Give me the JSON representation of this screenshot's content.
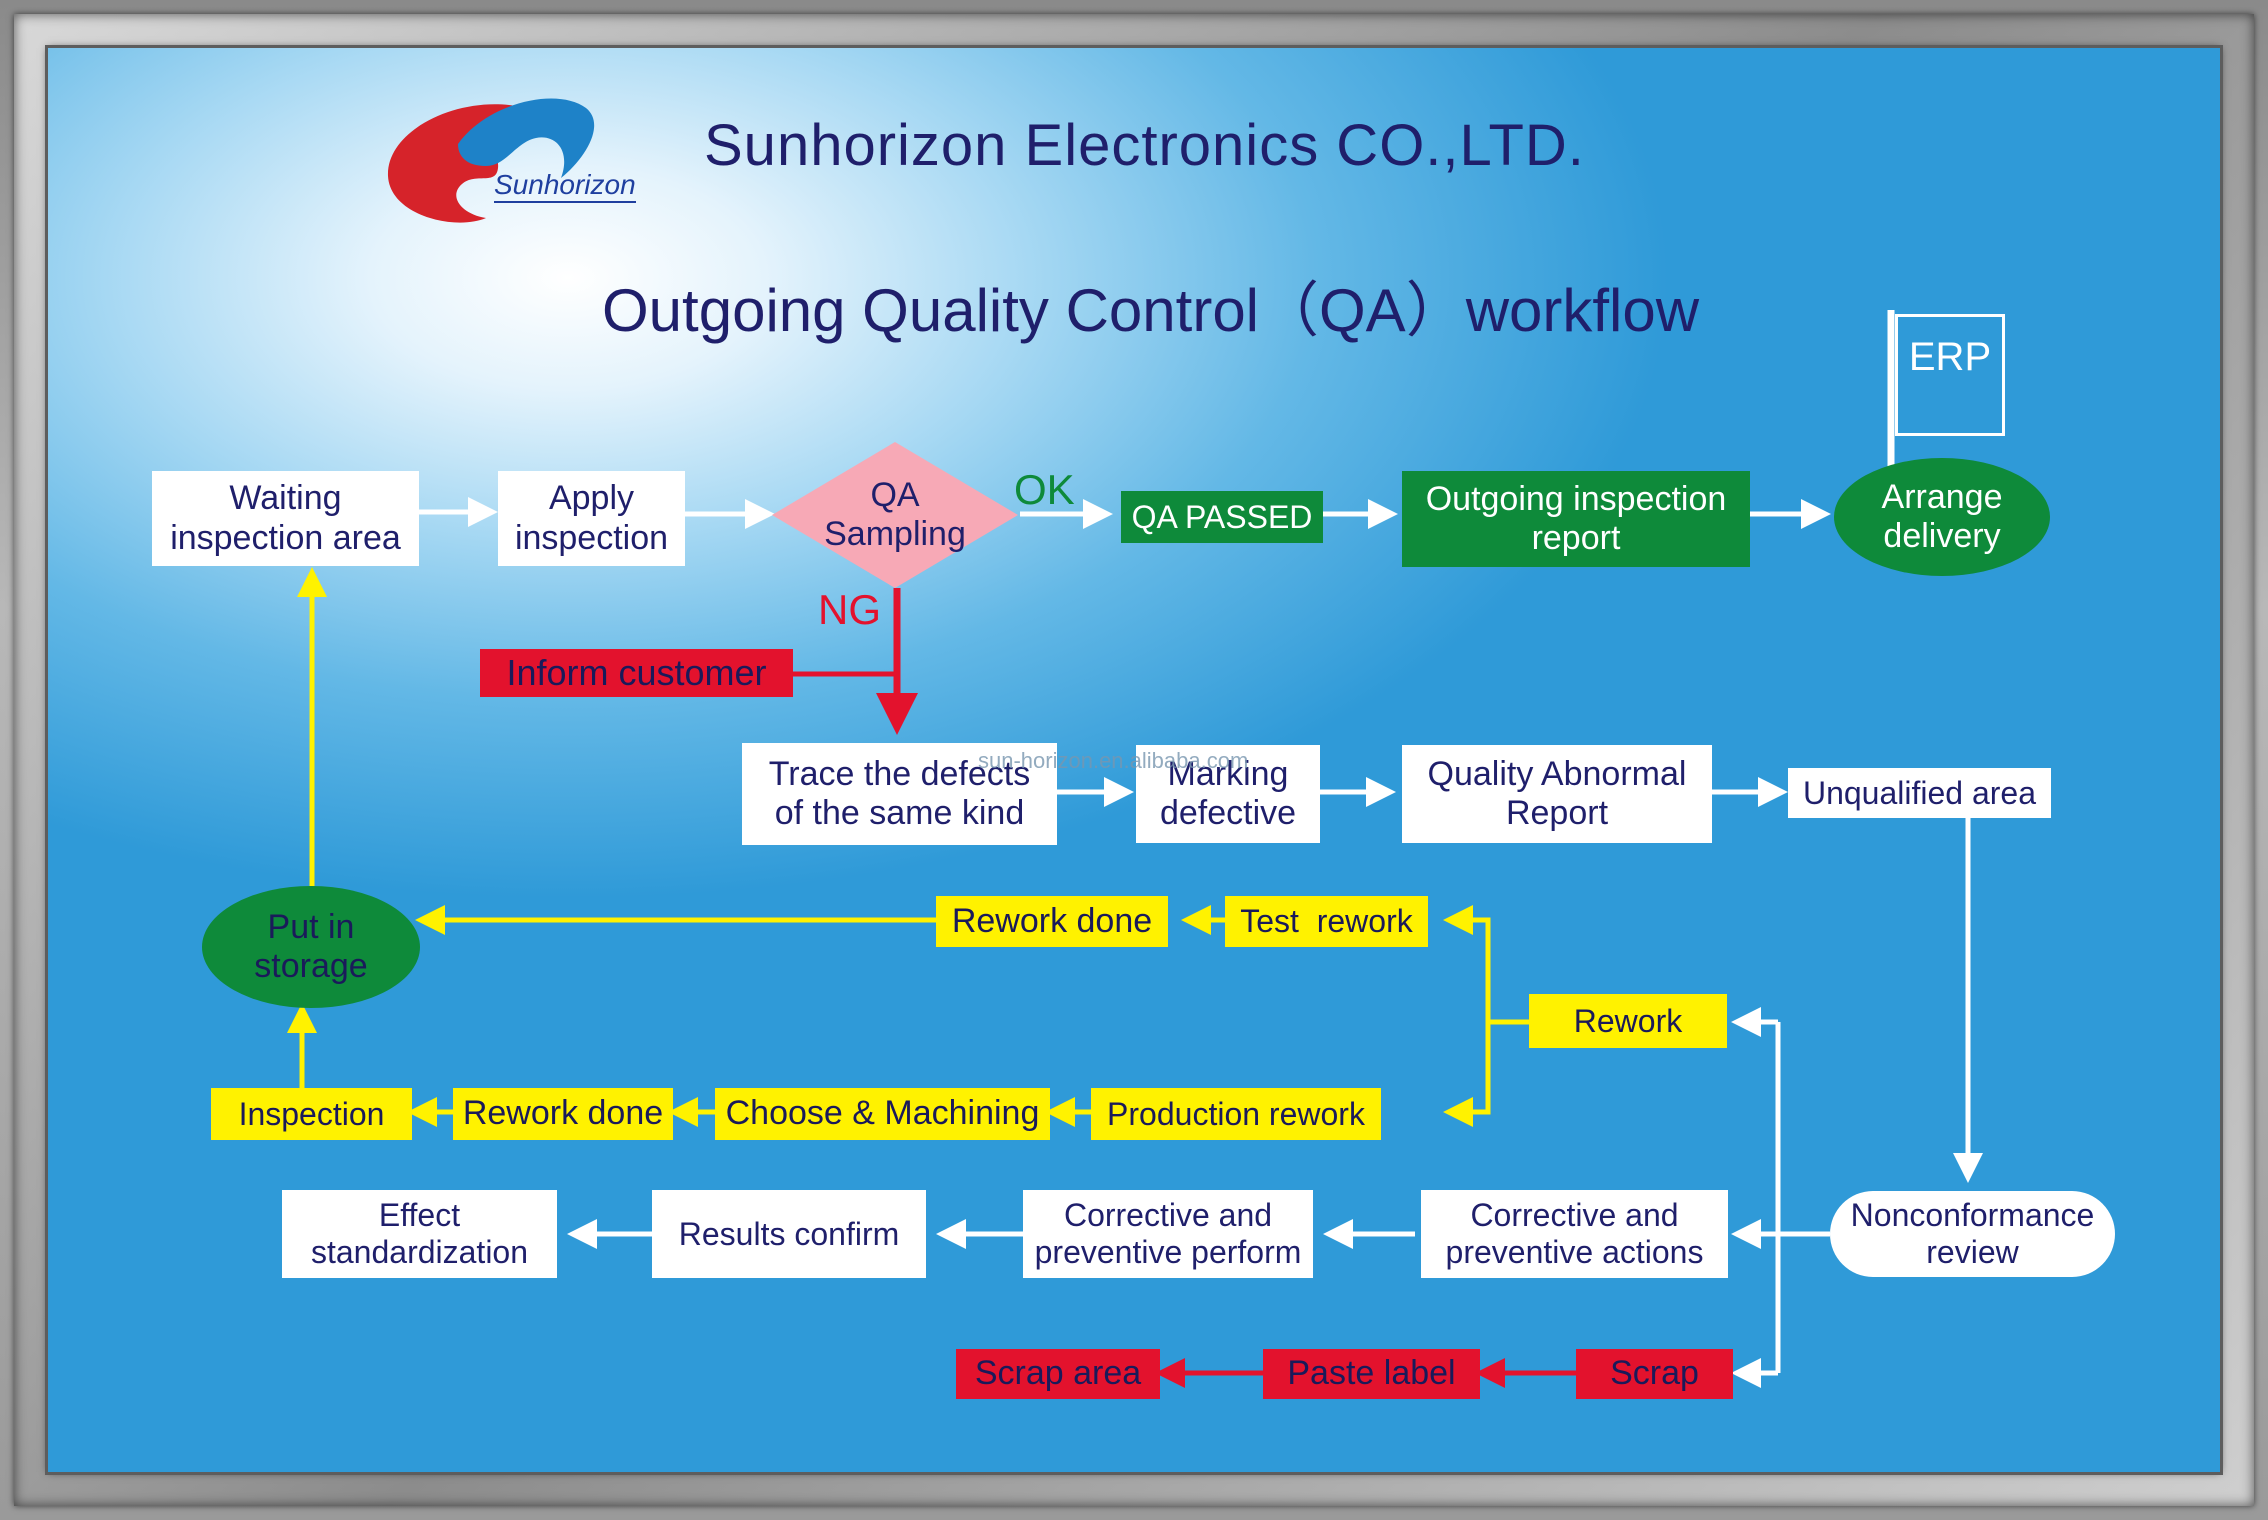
{
  "company_name": "Sunhorizon Electronics CO.,LTD.",
  "logo_text": "Sunhorizon",
  "title": "Outgoing Quality Control（QA）workflow",
  "watermark": "sun-horizon.en.alibaba.com",
  "erp_label": "ERP",
  "labels": {
    "ok": "OK",
    "ng": "NG"
  },
  "nodes": {
    "waiting_inspection_area": "Waiting\ninspection area",
    "apply_inspection": "Apply\ninspection",
    "qa_sampling": "QA\nSampling",
    "qa_passed": "QA PASSED",
    "outgoing_inspection_report": "Outgoing inspection\nreport",
    "arrange_delivery": "Arrange\ndelivery",
    "inform_customer": "Inform customer",
    "trace_defects": "Trace the defects\nof the same kind",
    "marking_defective": "Marking\ndefective",
    "quality_abnormal_report": "Quality Abnormal\nReport",
    "unqualified_area": "Unqualified area",
    "put_in_storage": "Put in\nstorage",
    "rework_done_top": "Rework done",
    "test_rework": "Test  rework",
    "rework": "Rework",
    "inspection": "Inspection",
    "rework_done_bottom": "Rework done",
    "choose_machining": "Choose & Machining",
    "production_rework": "Production rework",
    "effect_standardization": "Effect\nstandardization",
    "results_confirm": "Results confirm",
    "corrective_preventive_perform": "Corrective and\npreventive perform",
    "corrective_preventive_actions": "Corrective and\npreventive actions",
    "nonconformance_review": "Nonconformance\nreview",
    "scrap_area": "Scrap area",
    "paste_label": "Paste label",
    "scrap": "Scrap"
  },
  "colors": {
    "title_text": "#1f1f6b",
    "green_box": "#0e8a3a",
    "yellow_box": "#fff200",
    "red_box": "#e3122d",
    "ok_label": "#0e8a3a",
    "ng_label": "#e3122d",
    "diamond": "#f7a9b6",
    "white_arrow": "#ffffff",
    "yellow_arrow": "#fff200",
    "red_arrow": "#e3122d"
  }
}
